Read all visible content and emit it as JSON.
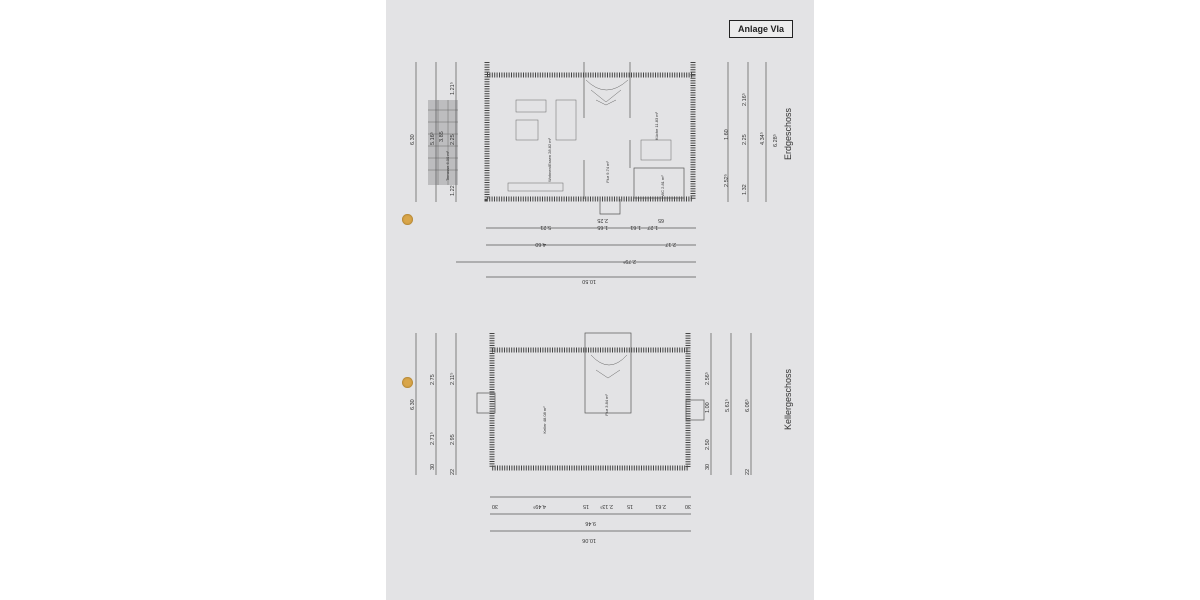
{
  "document": {
    "annex_label": "Anlage VIa",
    "ground_floor": {
      "title": "Erdgeschoss",
      "rooms": [
        {
          "name": "Wohnen/Essen",
          "area": "28.82 m²"
        },
        {
          "name": "Flur",
          "area": "9.74 m²"
        },
        {
          "name": "Küche",
          "area": "11.83 m²"
        },
        {
          "name": "WC",
          "area": "2.81 m²"
        },
        {
          "name": "Terrasse",
          "area": "6.00 m²"
        }
      ],
      "dims_left": [
        "6.30",
        "5.16⁵",
        "3.85",
        "2.25",
        "1.22",
        "1.21⁵",
        "1.22"
      ],
      "dims_right": [
        "6.28⁵",
        "4.34⁵",
        "2.16⁵",
        "2.25",
        "1.60",
        "2.52⁵",
        "1.32"
      ],
      "dims_bottom": [
        "5.21",
        "1.65",
        "2.25",
        "1.61",
        "1.27",
        "65",
        "4.60",
        "2.79⁵",
        "2.17",
        "10.50"
      ]
    },
    "basement": {
      "title": "Kellergeschoss",
      "rooms": [
        {
          "name": "Keller",
          "area": "48.08 m²"
        },
        {
          "name": "Flur",
          "area": "3.84 m²"
        }
      ],
      "dims_left": [
        "6.30",
        "2.75",
        "2.11⁵",
        "2.71⁵",
        "2.95",
        "30",
        "22"
      ],
      "dims_right": [
        "6.06⁵",
        "5.61⁵",
        "2.56⁵",
        "2.50",
        "1.00",
        "30",
        "22"
      ],
      "dims_bottom": [
        "30",
        "4.49⁵",
        "15",
        "2.13⁵",
        "15",
        "2.61",
        "30",
        "9.46",
        "10.06"
      ]
    }
  }
}
